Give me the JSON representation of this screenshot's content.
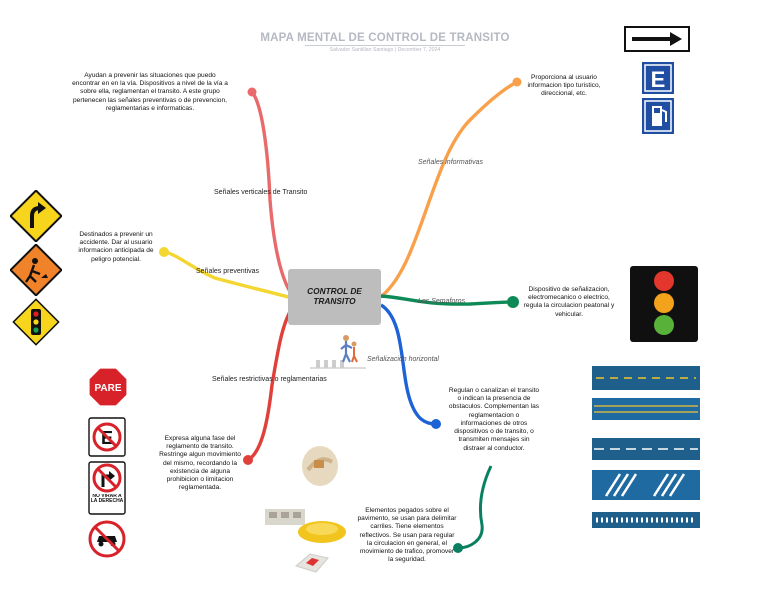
{
  "header": {
    "title": "MAPA MENTAL DE CONTROL DE TRANSITO",
    "subtitle": "Salvador Santillan Santiago  |  December 7, 2024"
  },
  "center": {
    "label": "CONTROL DE TRANSITO"
  },
  "branches": {
    "verticales": {
      "label": "Señales verticales de Transito",
      "text": "Ayudan a prevenir las situaciones que puedo encontrar en en la vía. Dispositivos a nivel de la vía a sobre ella, reglamentan el transito. A este grupo pertenecen las señales preventivas o de prevencion, reglamentarias e informaticas."
    },
    "preventivas": {
      "label": "Señales preventivas",
      "text": "Destinados a prevenir un accidente. Dar al usuario informacion anticipada de peligro potencial."
    },
    "restrictivas": {
      "label": "Señales restrictivas o reglamentarias",
      "text": "Expresa alguna fase del reglamento de transito. Restringe algun movimiento del mismo, recordando la existencia de alguna prohibicion o limitacion reglamentada."
    },
    "informativas": {
      "label": "Señales informativas",
      "text": "Proporciona al usuario informacion tipo turistico, direccional, etc."
    },
    "semaforos": {
      "label": "Los Semaforos",
      "text": "Dispositivo de señalizacion, electromecanico o electrico, regula la circulacion peatonal y vehicular."
    },
    "horizontal": {
      "label": "Señalizacion horizontal",
      "text": "Regulan o canalizan el transito o indican la presencia de obstaculos. Complementan las reglamentacion o informaciones de otros dispositivos o de transito, o transmiten mensajes sin distraer al conductor."
    },
    "elementos": {
      "text": "Elementos pegados sobre el pavimento, se usan para delimitar carriles. Tiene elementos reflectivos. Se usan para regular la circulacion en general, el movimiento de trafico, promover la seguridad."
    }
  },
  "signs": {
    "pare": "PARE",
    "estacionamiento": "E",
    "no_virar": "NO VIRAR A LA DERECHA",
    "info_e": "E"
  },
  "colors": {
    "red": "#e0403a",
    "salmon": "#e96a6a",
    "yellow": "#f4d630",
    "orange": "#f8a04a",
    "green": "#0e8a57",
    "blue": "#1e63d6",
    "teal": "#0a8060"
  }
}
